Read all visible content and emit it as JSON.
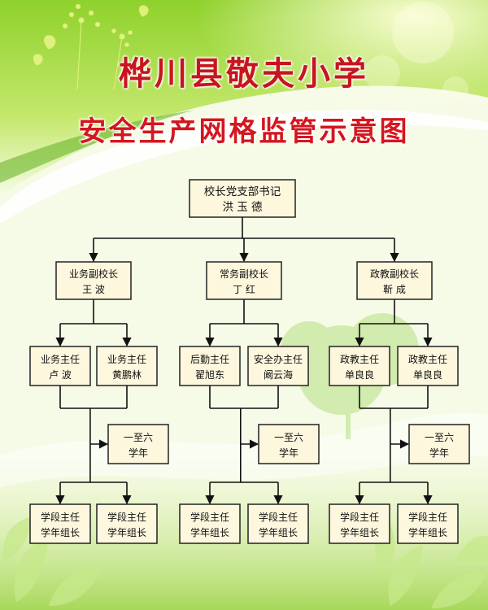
{
  "header": {
    "school_name": "桦川县敬夫小学",
    "chart_title": "安全生产网格监管示意图"
  },
  "org": {
    "root": {
      "title": "校长党支部书记",
      "name": "洪 玉 德"
    },
    "vice_principals": [
      {
        "title": "业务副校长",
        "name": "王 波"
      },
      {
        "title": "常务副校长",
        "name": "丁 红"
      },
      {
        "title": "政教副校长",
        "name": "靳 成"
      }
    ],
    "directors": [
      {
        "title": "业务主任",
        "name": "卢 波"
      },
      {
        "title": "业务主任",
        "name": "黄鹏林"
      },
      {
        "title": "后勤主任",
        "name": "翟旭东"
      },
      {
        "title": "安全办主任",
        "name": "阚云海"
      },
      {
        "title": "政教主任",
        "name": "单良良"
      },
      {
        "title": "政教主任",
        "name": "单良良"
      }
    ],
    "grades": [
      {
        "line1": "一至六",
        "line2": "学年"
      },
      {
        "line1": "一至六",
        "line2": "学年"
      },
      {
        "line1": "一至六",
        "line2": "学年"
      }
    ],
    "leaders": [
      {
        "line1": "学段主任",
        "line2": "学年组长"
      },
      {
        "line1": "学段主任",
        "line2": "学年组长"
      },
      {
        "line1": "学段主任",
        "line2": "学年组长"
      },
      {
        "line1": "学段主任",
        "line2": "学年组长"
      },
      {
        "line1": "学段主任",
        "line2": "学年组长"
      },
      {
        "line1": "学段主任",
        "line2": "学年组长"
      }
    ]
  },
  "colors": {
    "box_fill": "#fdf7de",
    "box_border": "#222222",
    "line": "#111111",
    "title_red": "#c8151d",
    "bg_green": "#7cc52a"
  }
}
